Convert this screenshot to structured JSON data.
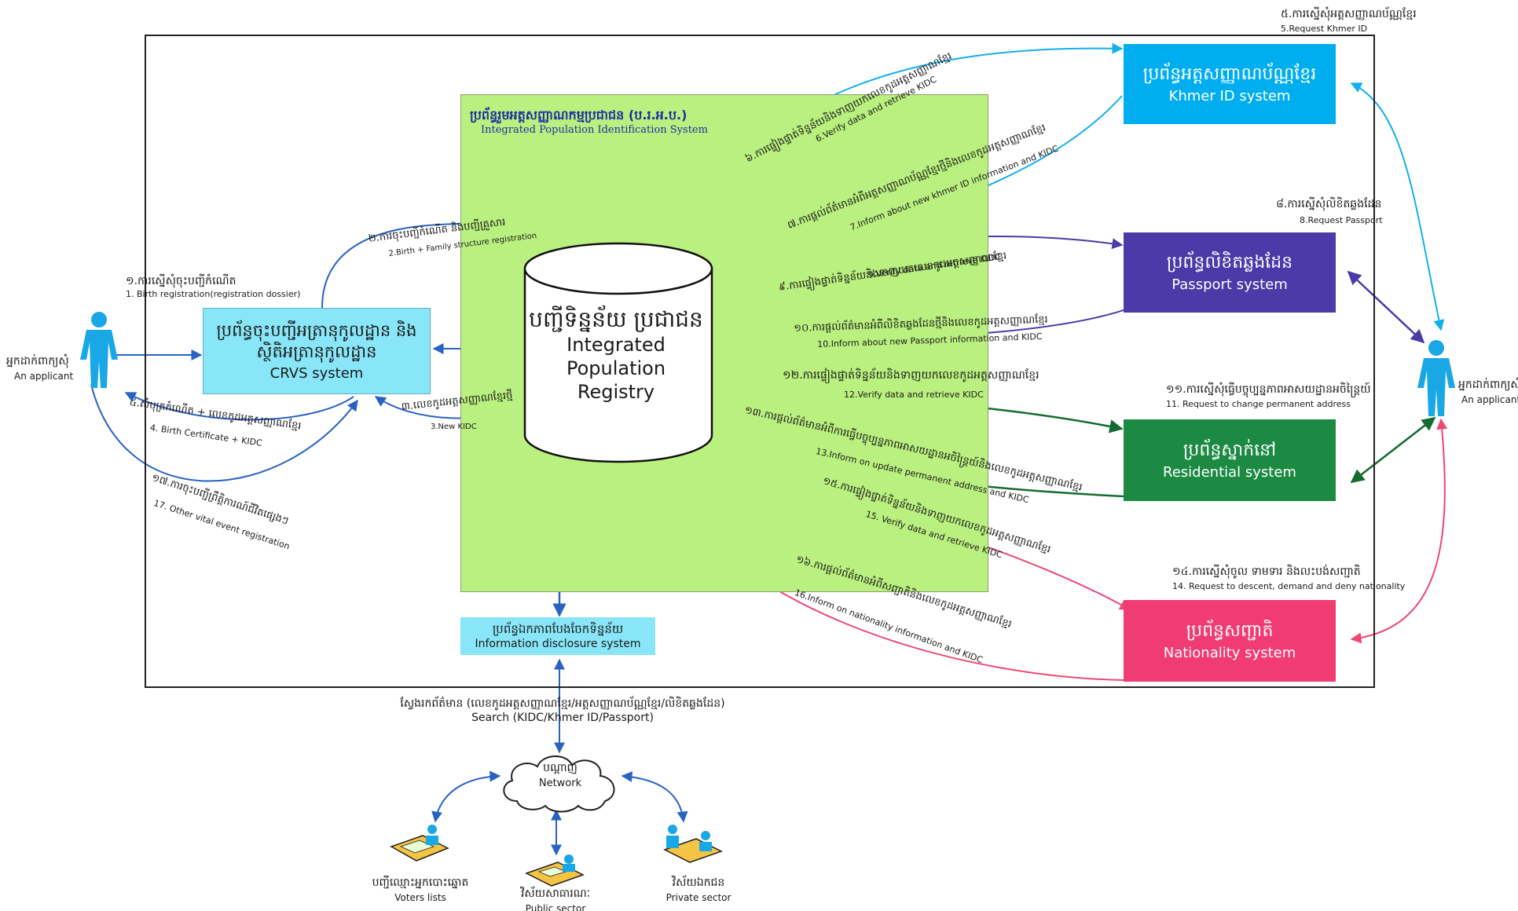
{
  "integrated_system": {
    "title_km": "ប្រព័ន្ធរួមអត្តសញ្ញាណកម្មប្រជាជន (ប.រ.អ.ប.)",
    "title_en": "Integrated Population Identification System"
  },
  "registry": {
    "label_km": "បញ្ជីទិន្នន័យ ប្រជាជន",
    "label_en": "Integrated Population Registry"
  },
  "systems": {
    "crvs": {
      "label_km": "ប្រព័ន្ធចុះបញ្ជីអត្រានុកូលដ្ឋាន និងស្ថិតិអត្រានុកូលដ្ឋាន",
      "label_en": "CRVS system",
      "color": "#88e6f8"
    },
    "khmer_id": {
      "label_km": "ប្រព័ន្ធអត្តសញ្ញាណប័ណ្ណខ្មែរ",
      "label_en": "Khmer ID system",
      "color": "#00aef0"
    },
    "passport": {
      "label_km": "ប្រព័ន្ធលិខិតឆ្លងដែន",
      "label_en": "Passport system",
      "color": "#4b3aa8"
    },
    "residential": {
      "label_km": "ប្រព័ន្ធស្នាក់នៅ",
      "label_en": "Residential system",
      "color": "#1d8a44"
    },
    "nationality": {
      "label_km": "ប្រព័ន្ធសញ្ជាតិ",
      "label_en": "Nationality system",
      "color": "#f03b74"
    },
    "disclosure": {
      "label_km": "ប្រព័ន្ធឯកភាពបែងចែកទិន្នន័យ",
      "label_en": "Information disclosure system",
      "color": "#88e6f8"
    }
  },
  "applicants": {
    "left": {
      "label_km": "អ្នកដាក់ពាក្យសុំ",
      "label_en": "An applicant"
    },
    "right": {
      "label_km": "អ្នកដាក់ពាក្យសុំ",
      "label_en": "An applicant"
    }
  },
  "flows": {
    "f1_km": "១.ការស្នើសុំចុះបញ្ជីកំណើត",
    "f1_en": "1. Birth registration(registration dossier)",
    "f2_km": "២.ការចុះបញ្ជីកំណើត និងបញ្ជីគ្រួសារ",
    "f2_en": "2.Birth + Family structure registration",
    "f3_km": "៣.លេខកូដអត្តសញ្ញាណខ្មែរថ្មី",
    "f3_en": "3.New KIDC",
    "f4_km": "៤.សំបុត្រកំណើត + លេខកូដអត្តសញ្ញាណខ្មែរ",
    "f4_en": "4. Birth Certificate + KIDC",
    "f5_km": "៥.ការស្នើសុំអត្តសញ្ញាណប័ណ្ណខ្មែរ",
    "f5_en": "5.Request Khmer ID",
    "f6_km": "៦.ការផ្ទៀងផ្ទាត់ទិន្នន័យនិងទាញយកលេខកូដអត្តសញ្ញាណខ្មែរ",
    "f6_en": "6.Verify data and retrieve KIDC",
    "f7_km": "៧.ការផ្តល់ព័ត៌មានអំពីអត្តសញ្ញាណប័ណ្ណខ្មែរថ្មីនិងលេខកូដអត្តសញ្ញាណខ្មែរ",
    "f7_en": "7.Inform about new khmer ID information and KIDC",
    "f8_km": "៨.ការស្នើសុំលិខិតឆ្លងដែន",
    "f8_en": "8.Request Passport",
    "f9_km": "៩.ការផ្ទៀងផ្ទាត់ទិន្នន័យនិងទាញយកលេខកូដអត្តសញ្ញាណខ្មែរ",
    "f9_en": "9.Verify data and retrieve KIDC",
    "f10_km": "១០.ការផ្តល់ព័ត៌មានអំពីលិខិតឆ្លងដែនថ្មីនិងលេខកូដអត្តសញ្ញាណខ្មែរ",
    "f10_en": "10.Inform about new Passport information and KIDC",
    "f11_km": "១១.ការស្នើសុំធ្វើបច្ចុប្បន្នភាពអាសយដ្ឋានអចិន្ត្រៃយ៍",
    "f11_en": "11. Request to change permanent address",
    "f12_km": "១២.ការផ្ទៀងផ្ទាត់ទិន្នន័យនិងទាញយកលេខកូដអត្តសញ្ញាណខ្មែរ",
    "f12_en": "12.Verify data and retrieve KIDC",
    "f13_km": "១៣.ការផ្តល់ព័ត៌មានអំពីការធ្វើបច្ចុប្បន្នភាពអាសយដ្ឋានអចិន្ត្រៃយ៍និងលេខកូដអត្តសញ្ញាណខ្មែរ",
    "f13_en": "13.Inform on update permanent address and KIDC",
    "f14_km": "១៤.ការស្នើសុំចូល ទាមទារ និងលះបង់សញ្ជាតិ",
    "f14_en": "14. Request to descent, demand and deny nationality",
    "f15_km": "១៥.ការផ្ទៀងផ្ទាត់ទិន្នន័យនិងទាញយកលេខកូដអត្តសញ្ញាណខ្មែរ",
    "f15_en": "15. Verify data and retrieve KIDC",
    "f16_km": "១៦.ការផ្តល់ព័ត៌មានអំពីសញ្ជាតិនិងលេខកូដអត្តសញ្ញាណខ្មែរ",
    "f16_en": "16.Inform on nationality information and KIDC",
    "f17_km": "១៧.ការចុះបញ្ជីព្រឹត្តិការណ៍ជីវិតផ្សេងៗ",
    "f17_en": "17. Other vital event registration"
  },
  "search": {
    "label_km": "ស្វែងរកព័ត៌មាន (លេខកូដអត្តសញ្ញាណខ្មែរ/អត្តសញ្ញាណប័ណ្ណខ្មែរ/លិខិតឆ្លងដែន)",
    "label_en": "Search (KIDC/Khmer ID/Passport)"
  },
  "network": {
    "label_km": "បណ្តាញ",
    "label_en": "Network"
  },
  "consumers": {
    "voters": {
      "label_km": "បញ្ជីឈ្មោះអ្នកបោះឆ្នោត",
      "label_en": "Voters lists"
    },
    "public": {
      "label_km": "វិស័យសាធារណៈ",
      "label_en": "Public sector"
    },
    "private": {
      "label_km": "វិស័យឯកជន",
      "label_en": "Private sector"
    }
  },
  "colors": {
    "blue_arrow": "#2a62c4",
    "cyan_arrow": "#12b0ea",
    "purple_arrow": "#4b3aa8",
    "green_arrow": "#146b30",
    "pink_arrow": "#ee4775",
    "person": "#1aa7e6"
  }
}
